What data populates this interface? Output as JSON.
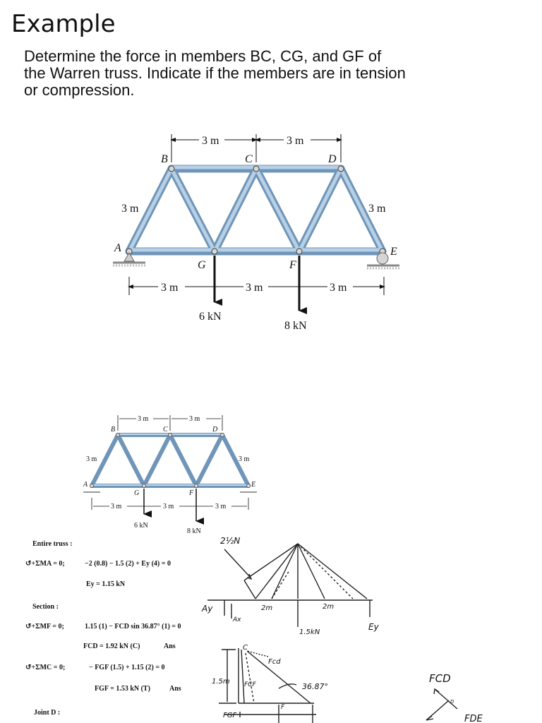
{
  "title": "Example",
  "problem": {
    "line1": "Determine the force in members BC, CG, and GF of",
    "line2": "the Warren truss. Indicate if the members are in tension",
    "line3": "or compression."
  },
  "truss": {
    "nodes": {
      "A": "A",
      "B": "B",
      "C": "C",
      "D": "D",
      "E": "E",
      "F": "F",
      "G": "G"
    },
    "dim_top": "3 m",
    "dim_bottom": "3 m",
    "height": "3 m",
    "load_g": "6 kN",
    "load_f": "8 kN"
  },
  "solution": {
    "entire": "Entire truss :",
    "eq1_label": "↺+ΣMA = 0;",
    "eq1": "−2 (0.8) − 1.5 (2) + Ey (4) = 0",
    "eq1_res": "Ey = 1.15 kN",
    "section": "Section :",
    "eq2_label": "↺+ΣMF = 0;",
    "eq2": "1.15 (1) − FCD sin 36.87° (1) = 0",
    "eq2_res": "FCD = 1.92 kN (C)",
    "ans": "Ans",
    "eq3_label": "↺+ΣMC = 0;",
    "eq3": "− FGF (1.5) + 1.15 (2) = 0",
    "eq3_res": "FGF = 1.53 kN (T)",
    "joint": "Joint D :"
  },
  "handwriting": {
    "load_top": "2½N",
    "ay": "Ay",
    "ax": "Ax",
    "two_m_left": "2m",
    "two_m_right": "2m",
    "load_mid": "1.5kN",
    "ey": "Ey",
    "c_label": "C",
    "fcd_small": "Fcd",
    "h15": "1.5m",
    "fcf": "FCF",
    "angle": "36.87°",
    "fgf": "FGF",
    "f_label": "F",
    "fcd_big": "FCD",
    "fde": "FDE",
    "d_label": "D"
  }
}
